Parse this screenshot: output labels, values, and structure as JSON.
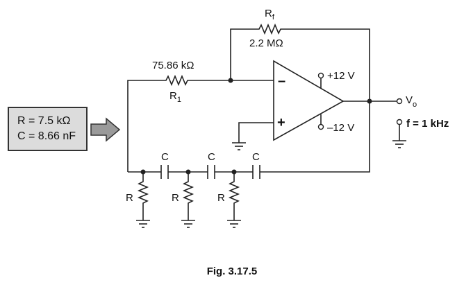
{
  "spec_box": {
    "line1": "R = 7.5 kΩ",
    "line2": "C = 8.66 nF"
  },
  "components": {
    "rf_name": "R",
    "rf_sub": "f",
    "rf_value": "2.2 MΩ",
    "r1_value": "75.86 kΩ",
    "r1_name": "R",
    "r1_sub": "1",
    "cap_label": "C",
    "res_label": "R"
  },
  "opamp": {
    "minus": "–",
    "plus": "+",
    "vpos": "+12 V",
    "vneg": "–12 V"
  },
  "output": {
    "vo_name": "V",
    "vo_sub": "o",
    "freq": "f = 1 kHz"
  },
  "caption": "Fig. 3.17.5",
  "colors": {
    "box_fill": "#dcdcdc",
    "arrow_fill": "#9a9a9a",
    "line": "#222222"
  }
}
